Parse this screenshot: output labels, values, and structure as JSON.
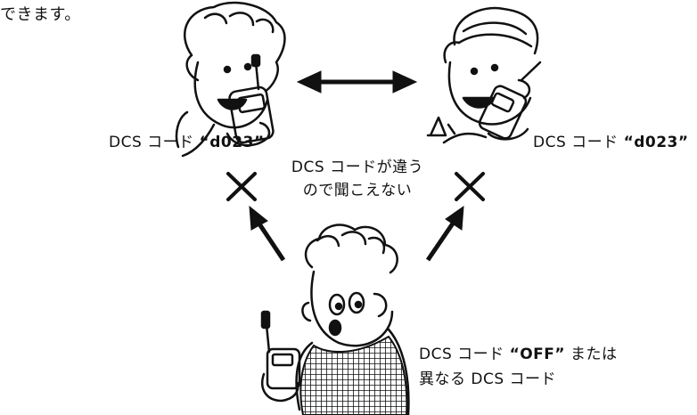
{
  "header_fragment": "できます。",
  "labels": {
    "left_person_dcs": {
      "prefix": "DCS コード",
      "code": "“d023”"
    },
    "right_person_dcs": {
      "prefix": "DCS コード",
      "code": "“d023”"
    },
    "middle_note": {
      "line1": "DCS コードが違う",
      "line2": "ので聞こえない"
    },
    "bottom_person_dcs": {
      "prefix": "DCS コード",
      "code": "“OFF”",
      "suffix": "または",
      "line2": "異なる DCS コード"
    }
  }
}
